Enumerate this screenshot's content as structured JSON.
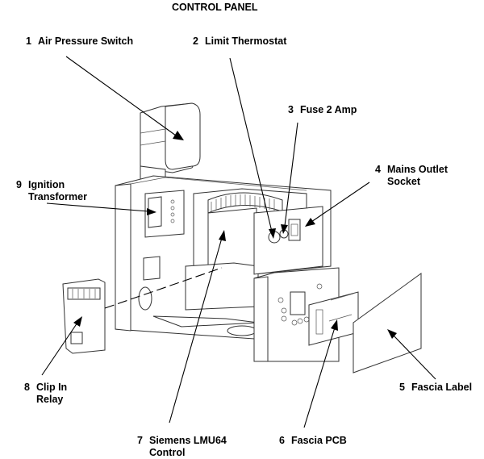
{
  "title": "CONTROL PANEL",
  "callouts": [
    {
      "number": "1",
      "line1": "Air Pressure Switch",
      "line2": ""
    },
    {
      "number": "2",
      "line1": "Limit Thermostat",
      "line2": ""
    },
    {
      "number": "3",
      "line1": "Fuse 2 Amp",
      "line2": ""
    },
    {
      "number": "4",
      "line1": "Mains Outlet",
      "line2": "Socket"
    },
    {
      "number": "5",
      "line1": "Fascia Label",
      "line2": ""
    },
    {
      "number": "6",
      "line1": "Fascia PCB",
      "line2": ""
    },
    {
      "number": "7",
      "line1": "Siemens LMU64",
      "line2": "Control"
    },
    {
      "number": "8",
      "line1": "Clip In",
      "line2": "Relay"
    },
    {
      "number": "9",
      "line1": "Ignition",
      "line2": "Transformer"
    }
  ]
}
